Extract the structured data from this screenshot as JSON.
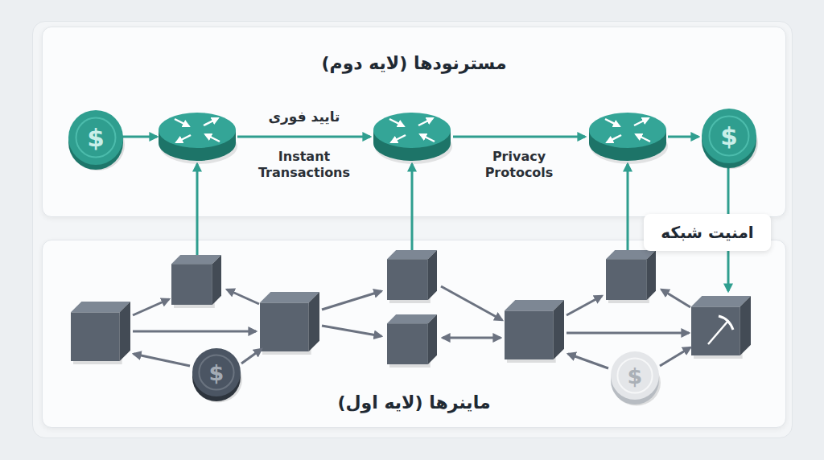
{
  "diagram": {
    "nodes": [
      {
        "text": [
          "مسترنودها (لایه دوم)"
        ]
      },
      {
        "text": [
          "$"
        ],
        "in": 0
      },
      {
        "text": [
          "$"
        ],
        "in": 0
      },
      {
        "text": [
          "امنیت شبکه"
        ]
      },
      {
        "text": [
          "ماینرها (لایه اول)"
        ]
      },
      {
        "text": [
          "$"
        ],
        "in": 4
      },
      {
        "text": [
          "$"
        ],
        "in": 4
      }
    ],
    "labels": [
      "تایید فوری",
      "Instant Transactions",
      "Privacy Protocols"
    ]
  }
}
